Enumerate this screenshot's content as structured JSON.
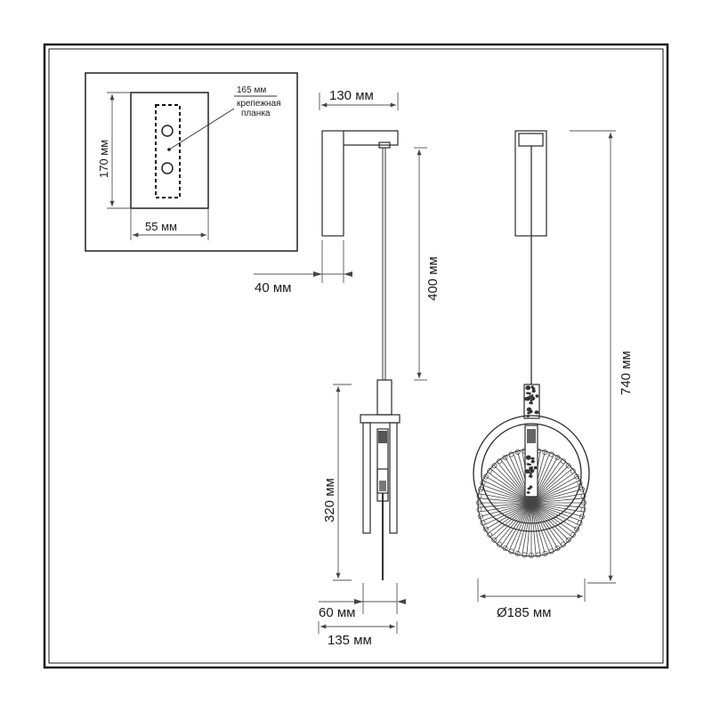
{
  "inset": {
    "hole_spacing_label": "165 мм",
    "plate_label_line1": "крепежная",
    "plate_label_line2": "планка",
    "height_label": "170 мм",
    "width_label": "55 мм"
  },
  "side_view": {
    "arm_length_label": "130 мм",
    "base_depth_label": "40 мм",
    "cord_length_label": "400 мм",
    "shade_height_label": "320 мм",
    "shade_width_label": "60 мм",
    "total_width_label": "135 мм"
  },
  "front_view": {
    "total_height_label": "740 мм",
    "diameter_label": "Ø185 мм"
  },
  "colors": {
    "line": "#2a2a2a",
    "frame": "#1a1a1a",
    "background": "#ffffff"
  }
}
